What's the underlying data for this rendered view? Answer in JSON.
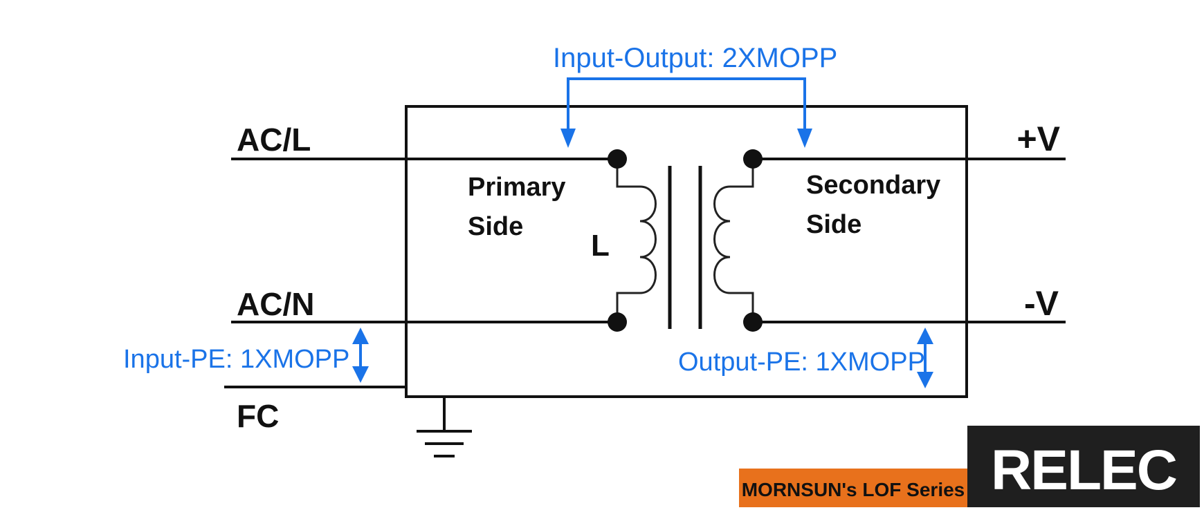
{
  "colors": {
    "line": "#111111",
    "accent_blue": "#1a73e8",
    "brand_orange": "#e8711c",
    "brand_dark": "#1f1f1f",
    "background": "#ffffff"
  },
  "terminals": {
    "ac_l": "AC/L",
    "ac_n": "AC/N",
    "fc": "FC",
    "plus_v": "+V",
    "minus_v": "-V"
  },
  "transformer": {
    "primary_line1": "Primary",
    "primary_line2": "Side",
    "secondary_line1": "Secondary",
    "secondary_line2": "Side",
    "inductor": "L"
  },
  "insulation": {
    "input_output": "Input-Output: 2XMOPP",
    "input_pe": "Input-PE: 1XMOPP",
    "output_pe": "Output-PE: 1XMOPP"
  },
  "branding": {
    "series_label": "MORNSUN's LOF Series",
    "logo_text": "RELEC"
  },
  "icons": {
    "ground": "ground-icon",
    "logo": "relec-logo-icon"
  }
}
